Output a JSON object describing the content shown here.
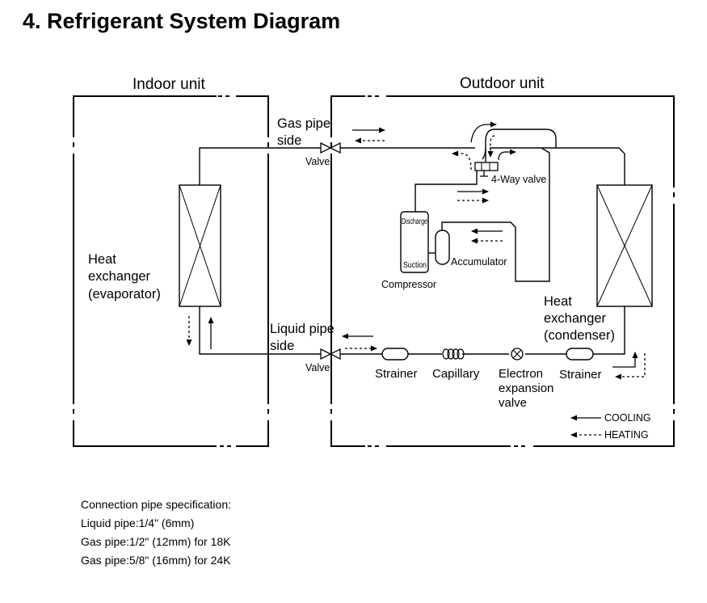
{
  "title": "4. Refrigerant System Diagram",
  "indoor_unit": {
    "label": "Indoor unit",
    "heat_exchanger": [
      "Heat",
      "exchanger",
      "(evaporator)"
    ]
  },
  "outdoor_unit": {
    "label": "Outdoor unit",
    "heat_exchanger": [
      "Heat",
      "exchanger",
      "(condenser)"
    ]
  },
  "gas_pipe": {
    "label": [
      "Gas pipe",
      "side"
    ],
    "valve": "Valve"
  },
  "liquid_pipe": {
    "label": [
      "Liquid pipe",
      "side"
    ],
    "valve": "Valve"
  },
  "components": {
    "four_way_valve": "4-Way valve",
    "discharge": "Discharge",
    "suction": "Suction",
    "accumulator": "Accumulator",
    "compressor": "Compressor",
    "strainer_1": "Strainer",
    "capillary": "Capillary",
    "electron_expansion_valve": [
      "Electron",
      "expansion",
      "valve"
    ],
    "strainer_2": "Strainer"
  },
  "legend": {
    "cooling": "COOLING",
    "heating": "HEATING"
  },
  "spec": {
    "heading": "Connection pipe specification:",
    "lines": [
      "Liquid pipe:1/4\" (6mm)",
      "Gas pipe:1/2\" (12mm) for 18K",
      "Gas pipe:5/8\" (16mm) for 24K"
    ]
  }
}
